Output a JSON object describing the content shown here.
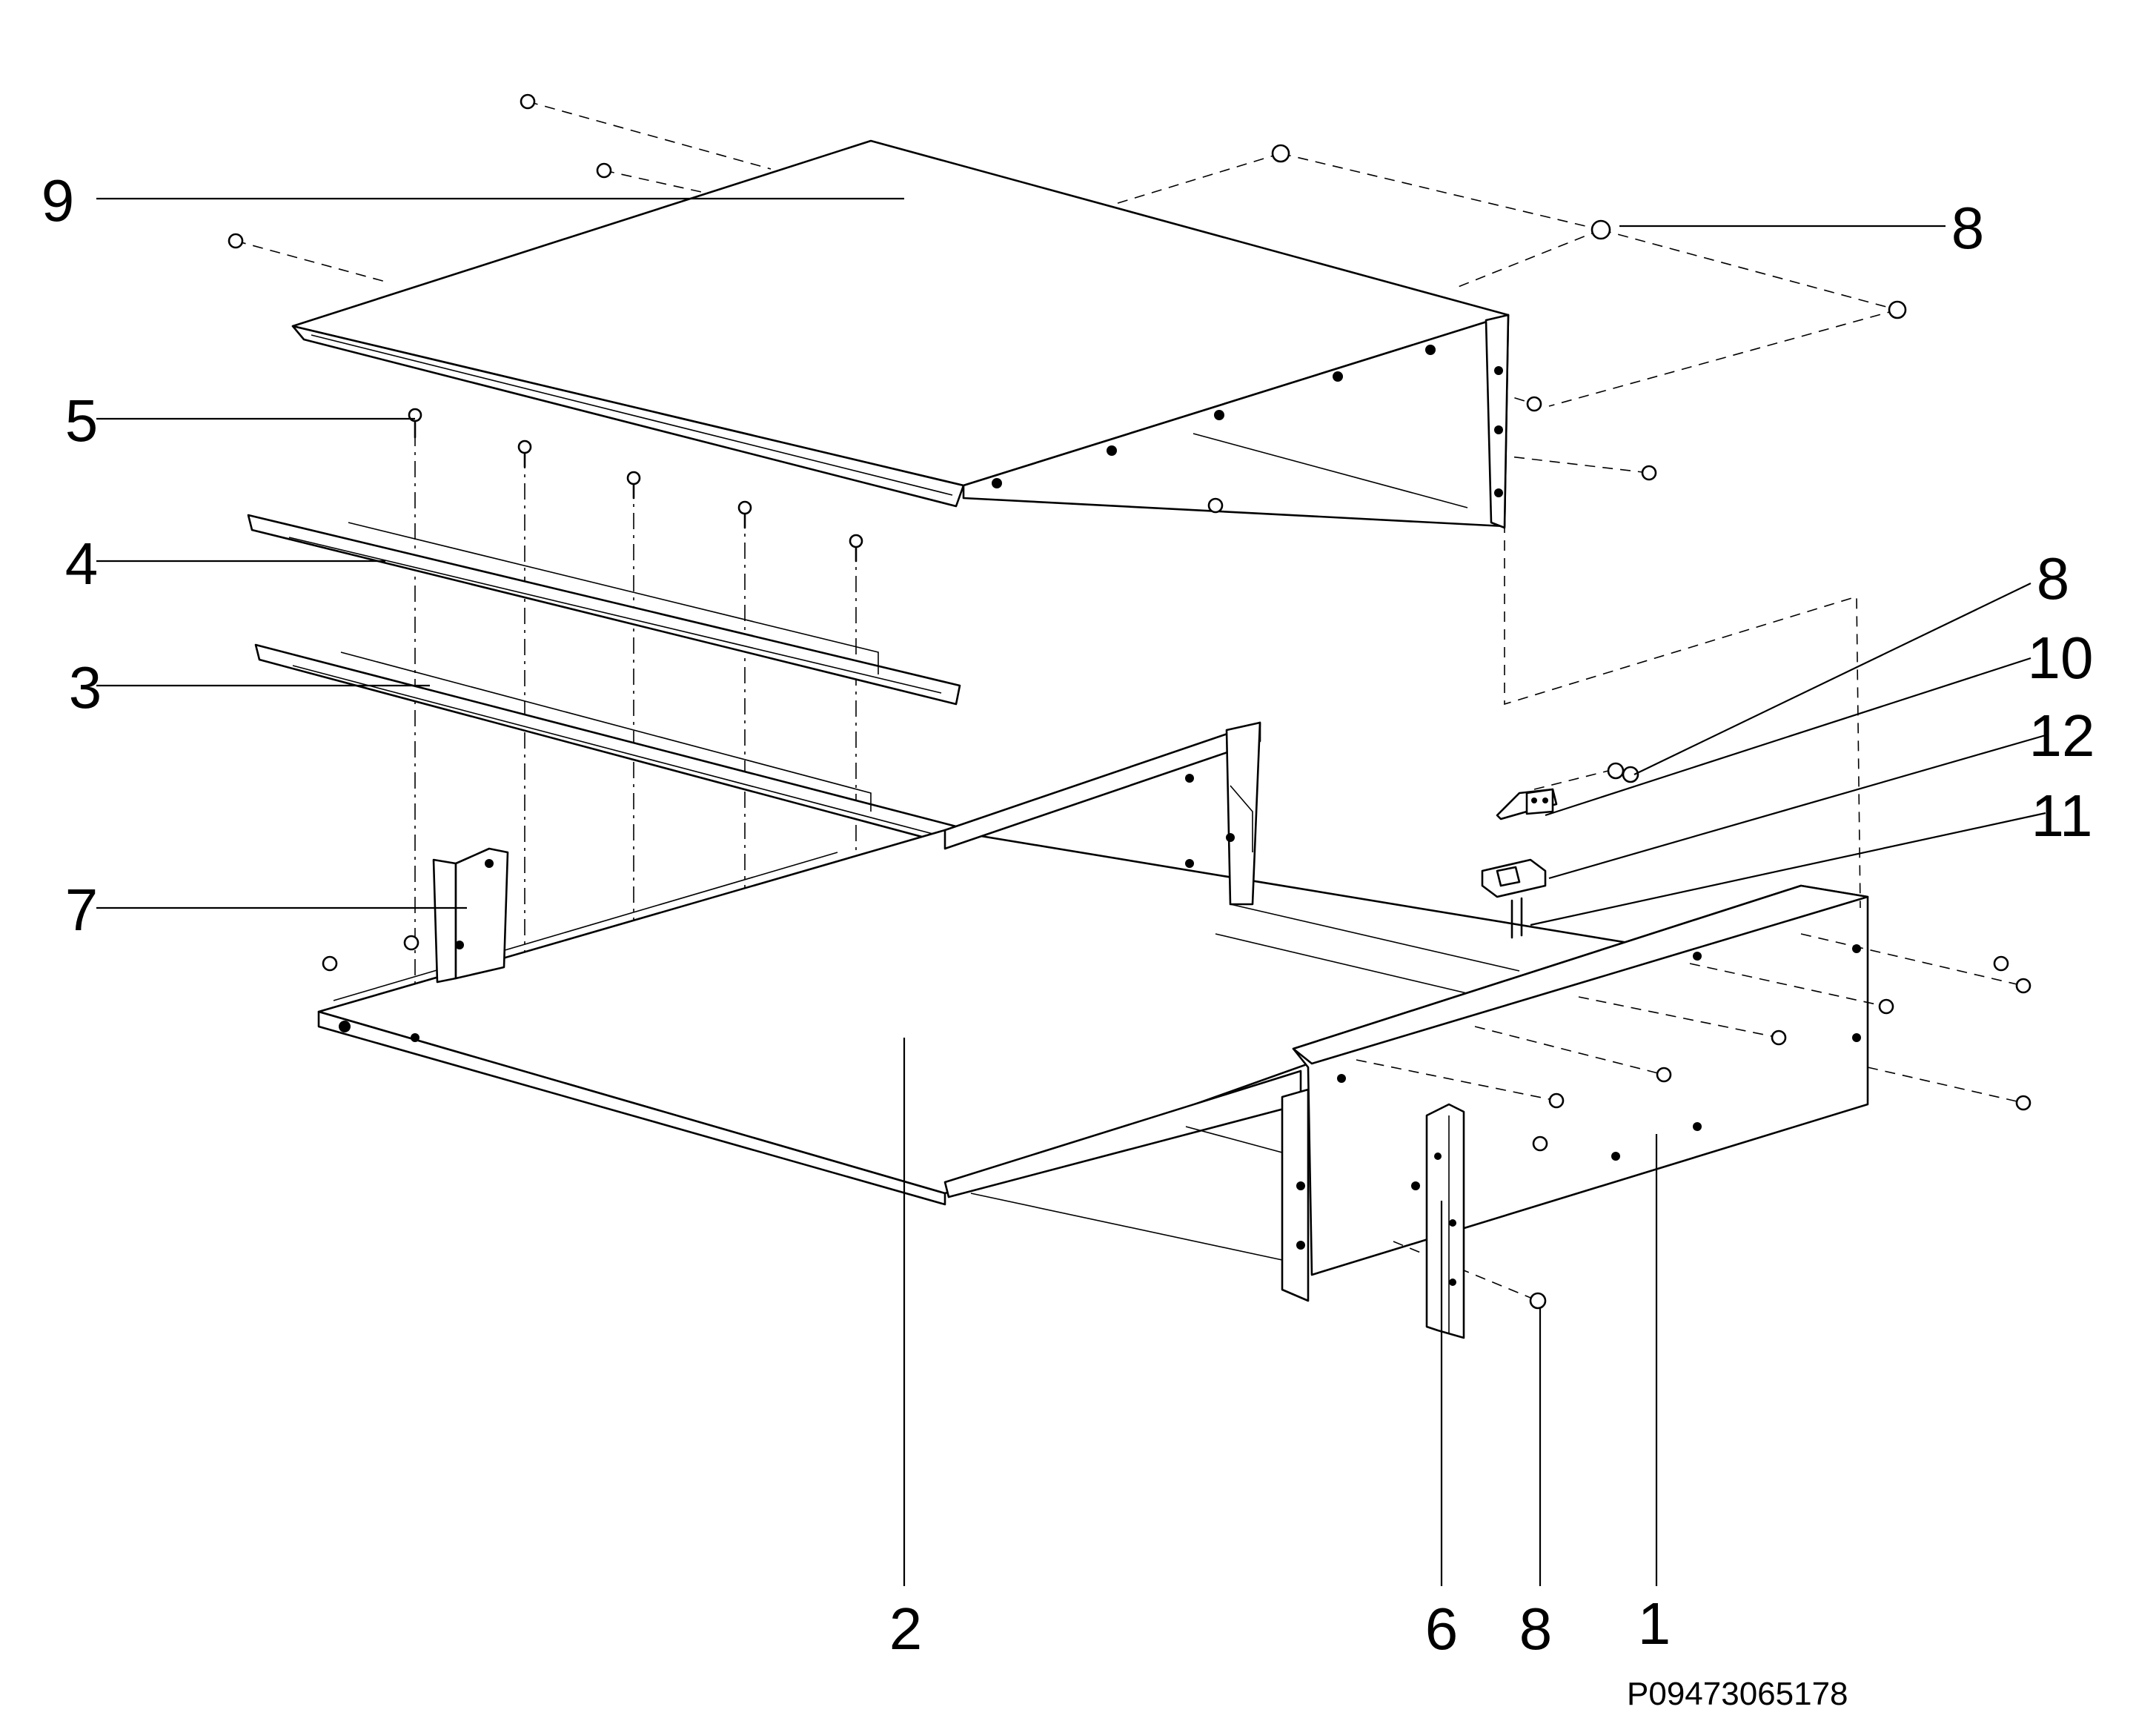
{
  "callouts": {
    "c9": "9",
    "c8_top": "8",
    "c5": "5",
    "c4": "4",
    "c3": "3",
    "c8_mid": "8",
    "c10": "10",
    "c12": "12",
    "c11": "11",
    "c7": "7",
    "c2": "2",
    "c6": "6",
    "c8_bottom": "8",
    "c1": "1"
  },
  "drawing_code": "P09473065178"
}
